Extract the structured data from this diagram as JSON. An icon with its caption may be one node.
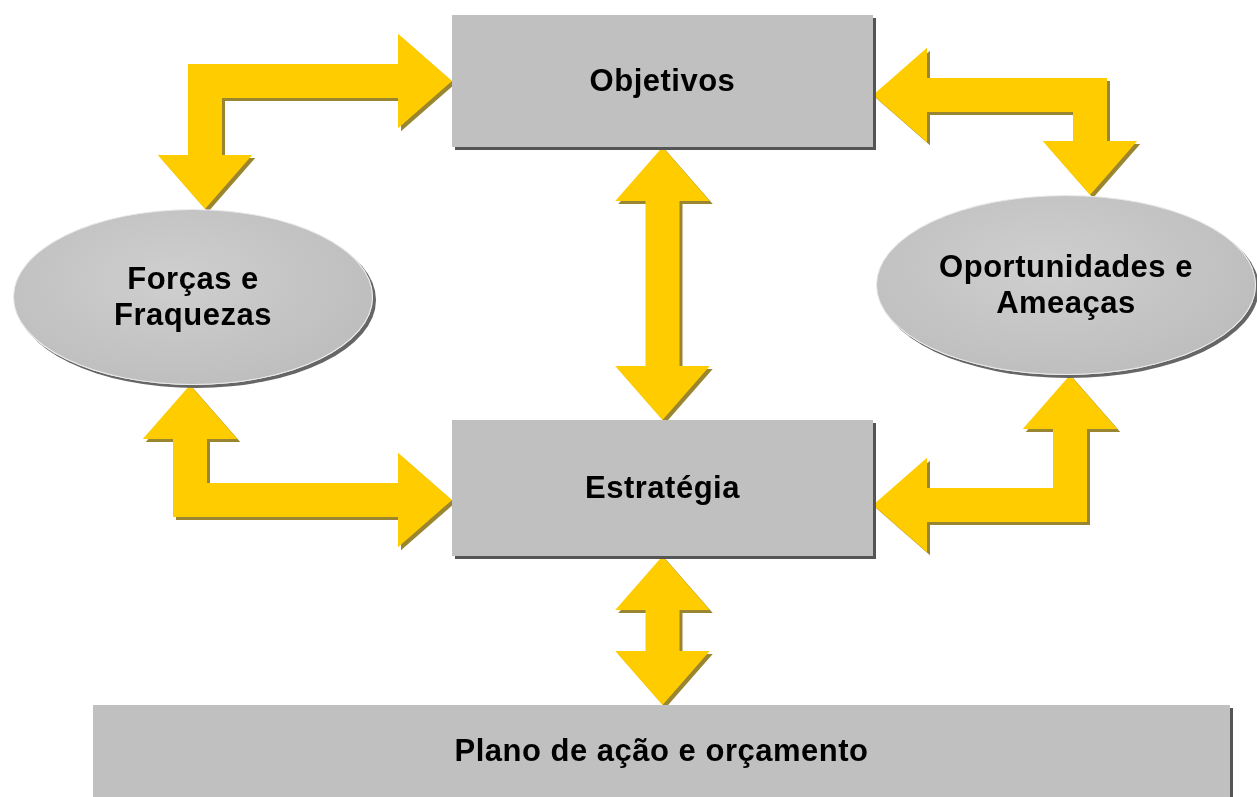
{
  "diagram": {
    "nodes": [
      {
        "text": [
          "Objetivos"
        ]
      },
      {
        "text": [
          "Forças e Fraquezas"
        ]
      },
      {
        "text": [
          "Oportunidades e Ameaças"
        ]
      },
      {
        "text": [
          "Estratégia"
        ]
      },
      {
        "text": [
          "Plano de ação e orçamento"
        ]
      }
    ],
    "edges": [
      {
        "from": 1,
        "to": 0,
        "arrow": "both"
      },
      {
        "from": 0,
        "to": 2,
        "arrow": "both"
      },
      {
        "from": 0,
        "to": 3,
        "arrow": "both"
      },
      {
        "from": 1,
        "to": 3,
        "arrow": "both"
      },
      {
        "from": 2,
        "to": 3,
        "arrow": "both"
      },
      {
        "from": 3,
        "to": 4,
        "arrow": "both"
      }
    ]
  }
}
